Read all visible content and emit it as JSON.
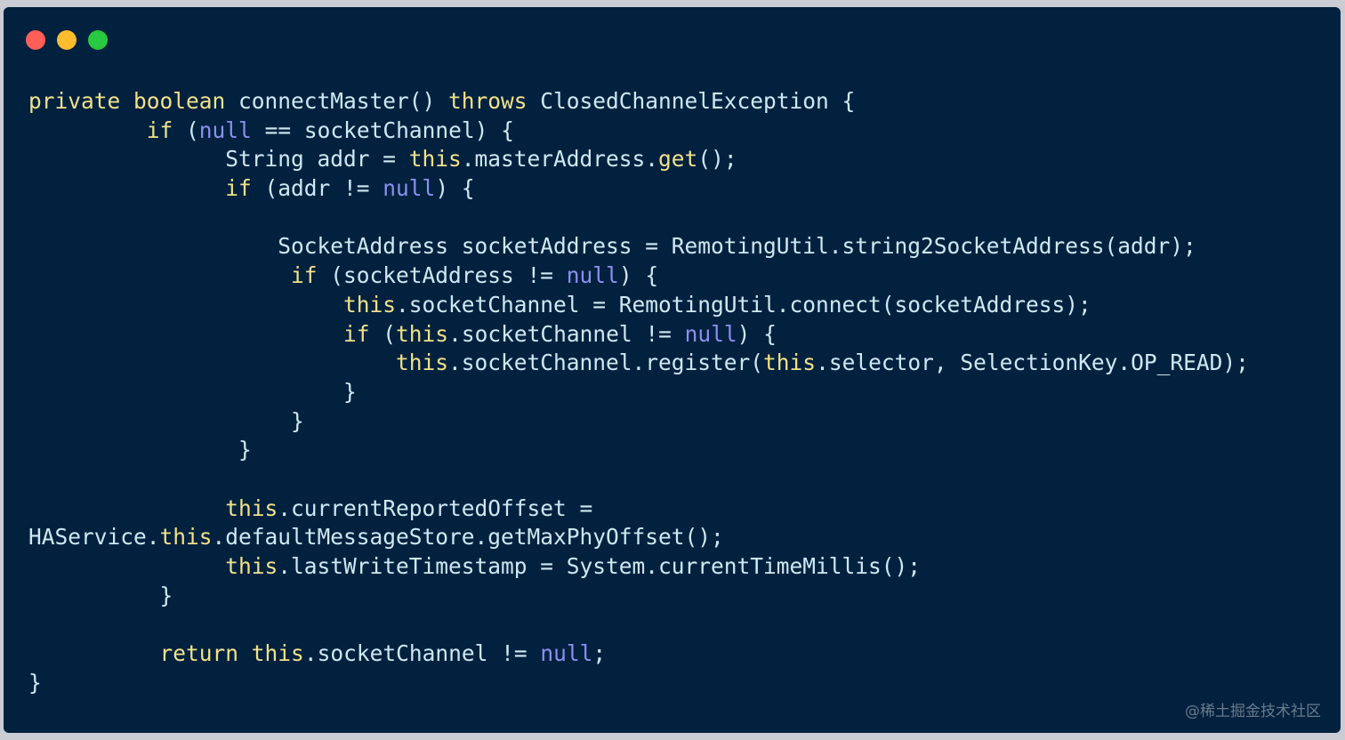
{
  "window": {
    "traffic_lights": [
      {
        "name": "close",
        "color": "#ff5f57"
      },
      {
        "name": "minimize",
        "color": "#febc2e"
      },
      {
        "name": "zoom",
        "color": "#28c840"
      }
    ]
  },
  "colors": {
    "background": "#01213f",
    "keyword": "#f1e18a",
    "plain": "#cfe8f1",
    "literal": "#8f8ef0"
  },
  "code_lines": [
    [
      {
        "t": "private boolean",
        "c": "keyword"
      },
      {
        "t": " connectMaster() ",
        "c": "plain"
      },
      {
        "t": "throws",
        "c": "keyword"
      },
      {
        "t": " ClosedChannelException {",
        "c": "plain"
      }
    ],
    [
      {
        "t": "         ",
        "c": "plain"
      },
      {
        "t": "if",
        "c": "keyword"
      },
      {
        "t": " (",
        "c": "plain"
      },
      {
        "t": "null",
        "c": "literal"
      },
      {
        "t": " == socketChannel) {",
        "c": "plain"
      }
    ],
    [
      {
        "t": "               String addr = ",
        "c": "plain"
      },
      {
        "t": "this",
        "c": "keyword"
      },
      {
        "t": ".masterAddress.",
        "c": "plain"
      },
      {
        "t": "get",
        "c": "keyword"
      },
      {
        "t": "();",
        "c": "plain"
      }
    ],
    [
      {
        "t": "               ",
        "c": "plain"
      },
      {
        "t": "if",
        "c": "keyword"
      },
      {
        "t": " (addr != ",
        "c": "plain"
      },
      {
        "t": "null",
        "c": "literal"
      },
      {
        "t": ") {",
        "c": "plain"
      }
    ],
    [
      {
        "t": "",
        "c": "plain"
      }
    ],
    [
      {
        "t": "                   SocketAddress socketAddress = RemotingUtil.string2SocketAddress(addr);",
        "c": "plain"
      }
    ],
    [
      {
        "t": "                    ",
        "c": "plain"
      },
      {
        "t": "if",
        "c": "keyword"
      },
      {
        "t": " (socketAddress != ",
        "c": "plain"
      },
      {
        "t": "null",
        "c": "literal"
      },
      {
        "t": ") {",
        "c": "plain"
      }
    ],
    [
      {
        "t": "                        ",
        "c": "plain"
      },
      {
        "t": "this",
        "c": "keyword"
      },
      {
        "t": ".socketChannel = RemotingUtil.connect(socketAddress);",
        "c": "plain"
      }
    ],
    [
      {
        "t": "                        ",
        "c": "plain"
      },
      {
        "t": "if",
        "c": "keyword"
      },
      {
        "t": " (",
        "c": "plain"
      },
      {
        "t": "this",
        "c": "keyword"
      },
      {
        "t": ".socketChannel != ",
        "c": "plain"
      },
      {
        "t": "null",
        "c": "literal"
      },
      {
        "t": ") {",
        "c": "plain"
      }
    ],
    [
      {
        "t": "                            ",
        "c": "plain"
      },
      {
        "t": "this",
        "c": "keyword"
      },
      {
        "t": ".socketChannel.register(",
        "c": "plain"
      },
      {
        "t": "this",
        "c": "keyword"
      },
      {
        "t": ".selector, SelectionKey.OP_READ);",
        "c": "plain"
      }
    ],
    [
      {
        "t": "                        }",
        "c": "plain"
      }
    ],
    [
      {
        "t": "                    }",
        "c": "plain"
      }
    ],
    [
      {
        "t": "                }",
        "c": "plain"
      }
    ],
    [
      {
        "t": "",
        "c": "plain"
      }
    ],
    [
      {
        "t": "               ",
        "c": "plain"
      },
      {
        "t": "this",
        "c": "keyword"
      },
      {
        "t": ".currentReportedOffset =",
        "c": "plain"
      }
    ],
    [
      {
        "t": "HAService.",
        "c": "plain"
      },
      {
        "t": "this",
        "c": "keyword"
      },
      {
        "t": ".defaultMessageStore.getMaxPhyOffset();",
        "c": "plain"
      }
    ],
    [
      {
        "t": "               ",
        "c": "plain"
      },
      {
        "t": "this",
        "c": "keyword"
      },
      {
        "t": ".lastWriteTimestamp = System.currentTimeMillis();",
        "c": "plain"
      }
    ],
    [
      {
        "t": "          }",
        "c": "plain"
      }
    ],
    [
      {
        "t": "",
        "c": "plain"
      }
    ],
    [
      {
        "t": "          ",
        "c": "plain"
      },
      {
        "t": "return",
        "c": "keyword"
      },
      {
        "t": " ",
        "c": "plain"
      },
      {
        "t": "this",
        "c": "keyword"
      },
      {
        "t": ".socketChannel != ",
        "c": "plain"
      },
      {
        "t": "null",
        "c": "literal"
      },
      {
        "t": ";",
        "c": "plain"
      }
    ],
    [
      {
        "t": "}",
        "c": "plain"
      }
    ]
  ],
  "watermark": "@稀土掘金技术社区"
}
